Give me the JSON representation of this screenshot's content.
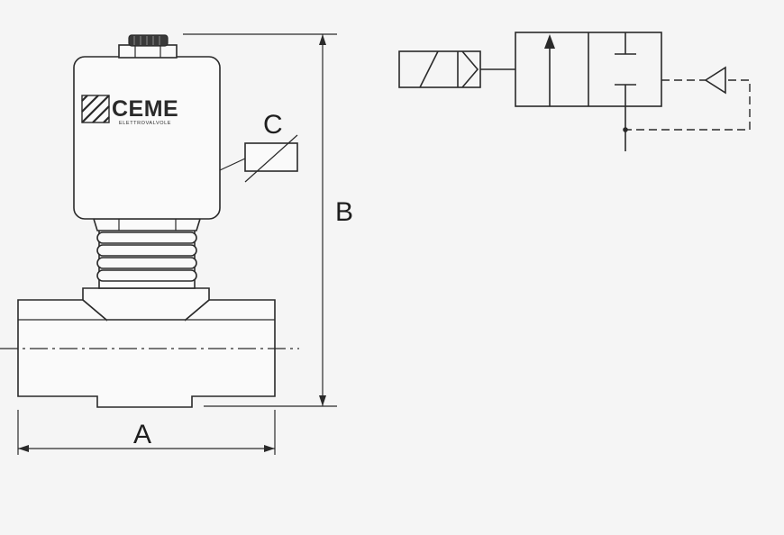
{
  "valve_drawing": {
    "brand_name": "CEME",
    "brand_subtitle": "ELETTROVALVOLE",
    "dimension_labels": {
      "a": "A",
      "b": "B",
      "c": "C"
    }
  },
  "colors": {
    "background": "#f5f5f5",
    "line": "#2a2a2a",
    "body_fill": "#fafafa"
  }
}
